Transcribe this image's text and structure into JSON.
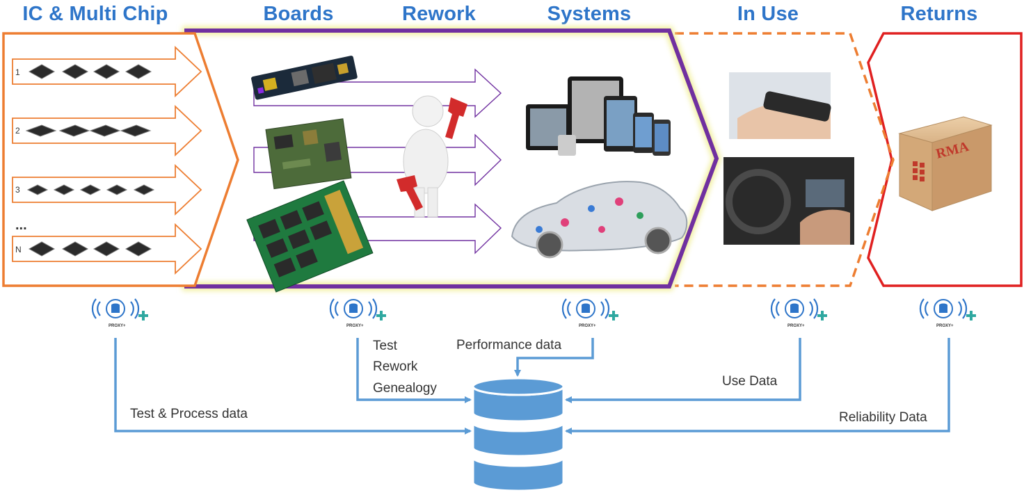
{
  "stages": {
    "ic": "IC & Multi Chip",
    "boards": "Boards",
    "rework": "Rework",
    "systems": "Systems",
    "in_use": "In Use",
    "returns": "Returns"
  },
  "chip_rows": [
    "1",
    "2",
    "3",
    "N"
  ],
  "chip_ellipsis": "...",
  "proxy_label": "PROXY+",
  "rma_label": "RMA",
  "flows": {
    "ic": "Test & Process data",
    "boards_1": "Test",
    "boards_2": "Rework",
    "boards_3": "Genealogy",
    "systems": "Performance data",
    "in_use": "Use Data",
    "returns": "Reliability Data"
  },
  "colors": {
    "title": "#2e75c9",
    "ic_outline": "#ed7d31",
    "systems_outline": "#7030a0",
    "in_use_outline": "#ed7d31",
    "returns_outline": "#e02020",
    "flow_line": "#5b9bd5",
    "database": "#5b9bd5"
  }
}
